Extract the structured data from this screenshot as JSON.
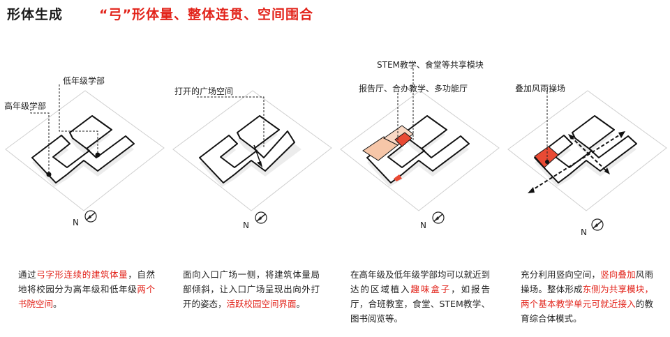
{
  "header": {
    "title": "形体生成",
    "subtitle": "“弓”形体量、整体连贯、空间围合"
  },
  "compass_label": "N",
  "colors": {
    "accent": "#e2231a",
    "box_light": "#f6c6a8",
    "box_red": "#e94a34"
  },
  "panels": [
    {
      "labels": {
        "a": "低年级学部",
        "b": "高年级学部"
      },
      "desc": [
        {
          "t": "通过",
          "h": false
        },
        {
          "t": "弓字形连续的建筑体量",
          "h": true
        },
        {
          "t": "，自然地将校园分为高年级和低年级",
          "h": false
        },
        {
          "t": "两个书院空间",
          "h": true
        },
        {
          "t": "。",
          "h": false
        }
      ]
    },
    {
      "labels": {
        "a": "打开的广场空间"
      },
      "desc": [
        {
          "t": "面向入口广场一侧，将建筑体量局部倾斜，让入口广场呈现出向外打开的姿态，",
          "h": false
        },
        {
          "t": "活跃校园空间界面",
          "h": true
        },
        {
          "t": "。",
          "h": false
        }
      ]
    },
    {
      "labels": {
        "a": "STEM教学、食堂等共享模块",
        "b": "报告厅、合办教学、多功能厅"
      },
      "desc": [
        {
          "t": "在高年级及低年级学部均可以就近到达的区域植入",
          "h": false
        },
        {
          "t": "趣味盒子",
          "h": true
        },
        {
          "t": "，如报告厅，合班教室，食堂、STEM教学、图书阅览等。",
          "h": false
        }
      ]
    },
    {
      "labels": {
        "a": "叠加风雨操场"
      },
      "desc": [
        {
          "t": "充分利用竖向空间，",
          "h": false
        },
        {
          "t": "竖向叠加",
          "h": true
        },
        {
          "t": "风雨操场。整体形成",
          "h": false
        },
        {
          "t": "东侧为共享模块，两个基本教学单元可就近接入",
          "h": true
        },
        {
          "t": "的教育综合体模式。",
          "h": false
        }
      ]
    }
  ]
}
